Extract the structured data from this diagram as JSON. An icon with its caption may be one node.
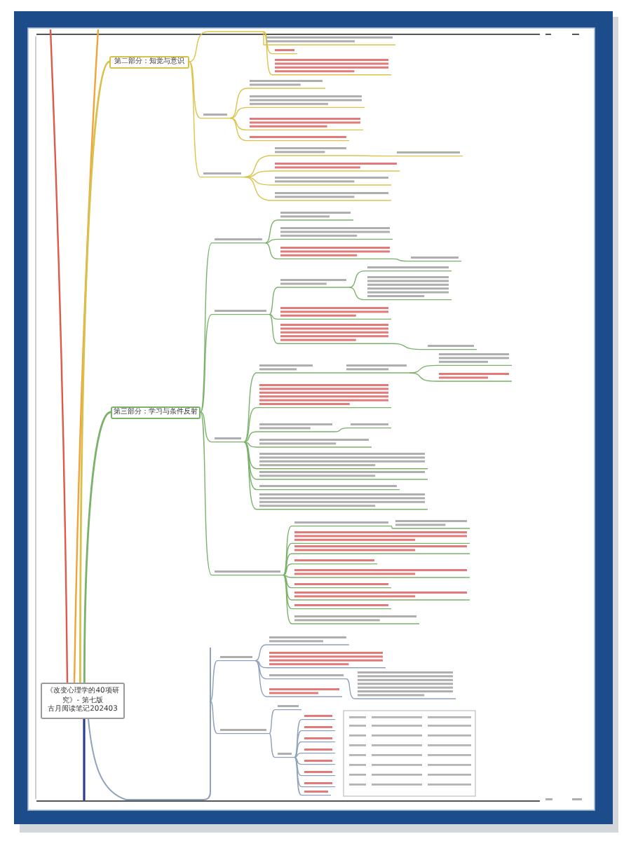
{
  "diagram": {
    "nodes": [
      {
        "text": [
          "《改变心理学的40项研究》- 第七版",
          "古月阅读笔记202403"
        ]
      },
      {
        "text": [
          "第二部分：知觉与意识"
        ]
      },
      {
        "text": [
          "第三部分：学习与条件反射"
        ]
      }
    ],
    "edges": [
      {
        "from": 0,
        "to": 1,
        "arrow": "none",
        "color": "#d9c04a"
      },
      {
        "from": 0,
        "to": 2,
        "arrow": "none",
        "color": "#7bb26a"
      }
    ]
  }
}
